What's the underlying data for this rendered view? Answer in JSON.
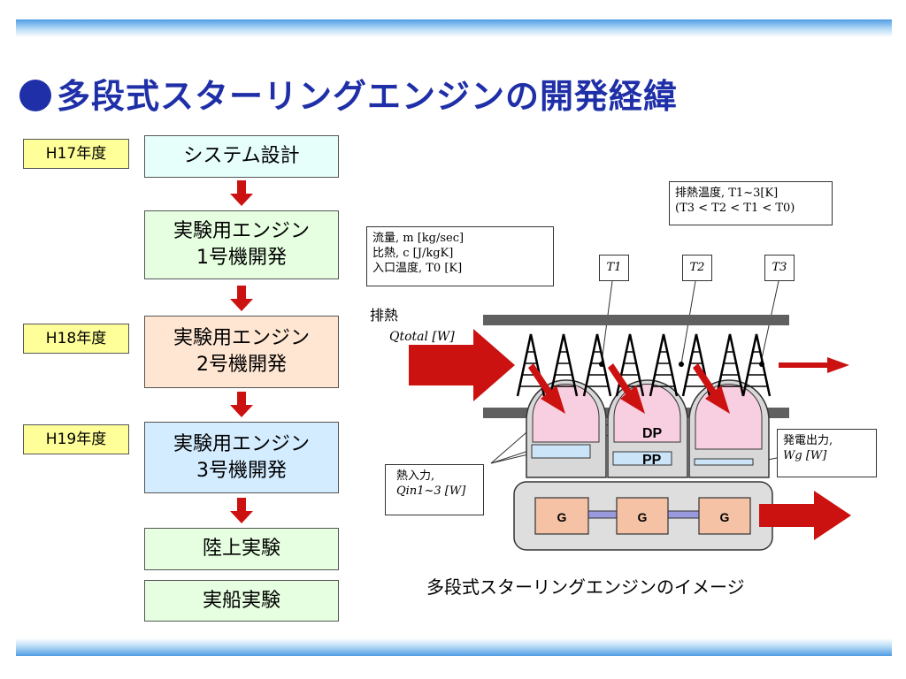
{
  "title": "多段式スターリングエンジンの開発経緯",
  "years": [
    "H17年度",
    "H18年度",
    "H19年度"
  ],
  "steps": {
    "s1": "システム設計",
    "s2a": "実験用エンジン",
    "s2b": "1号機開発",
    "s3a": "実験用エンジン",
    "s3b": "2号機開発",
    "s4a": "実験用エンジン",
    "s4b": "3号機開発",
    "s5": "陸上実験",
    "s6": "実船実験"
  },
  "diagram": {
    "flow_lines": [
      "流量, m [kg/sec]",
      "比熱, c [J/kgK]",
      "入口温度, T0 [K]"
    ],
    "exhaust_temp": [
      "排熱温度, T1~3[K]",
      "(T3 < T2 < T1 < T0)"
    ],
    "t_labels": [
      "T1",
      "T2",
      "T3"
    ],
    "exhaust_label": "排熱",
    "q_total": "Qtotal [W]",
    "heat_input": [
      "熱入力,",
      "Qin1~3 [W]"
    ],
    "power_output": [
      "発電出力,",
      "Wg [W]"
    ],
    "dp": "DP",
    "pp": "PP",
    "g": "G",
    "caption": "多段式スターリングエンジンのイメージ"
  },
  "colors": {
    "title": "#1f2fa8",
    "arrow_red": "#cc1111",
    "year_bg": "#ffff99"
  }
}
